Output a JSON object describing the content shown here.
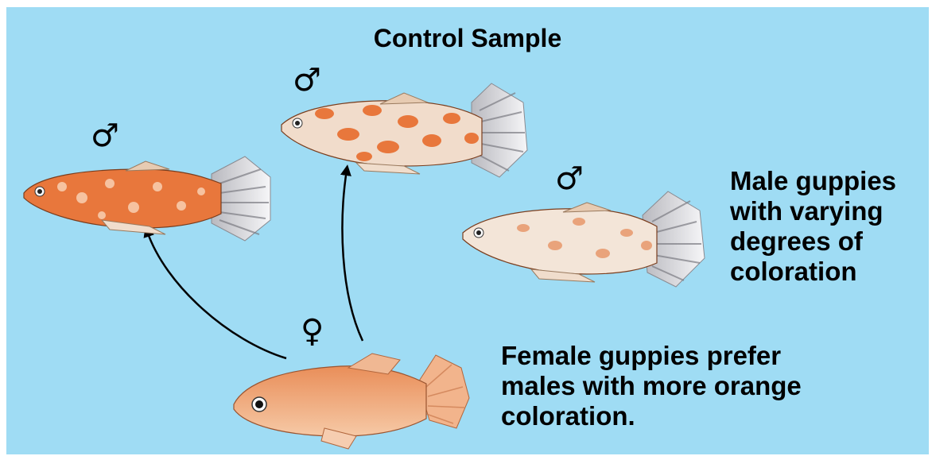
{
  "title": "Control Sample",
  "male_symbol": "♂",
  "female_symbol": "♀",
  "male_caption": [
    "Male guppies",
    "with varying",
    "degrees of",
    "coloration"
  ],
  "female_caption": [
    "Female guppies prefer",
    "males with more orange",
    "coloration."
  ],
  "colors": {
    "background": "#9fdcf4",
    "female_body": "#f2a77a",
    "male_orange": "#e8773c",
    "male_body_light": "#f1dccb",
    "tail_fin": "#eeeef0",
    "arrow": "#000000"
  },
  "icons": [
    "male-symbol-icon",
    "female-symbol-icon",
    "arrow-icon",
    "guppy-fish-icon"
  ]
}
